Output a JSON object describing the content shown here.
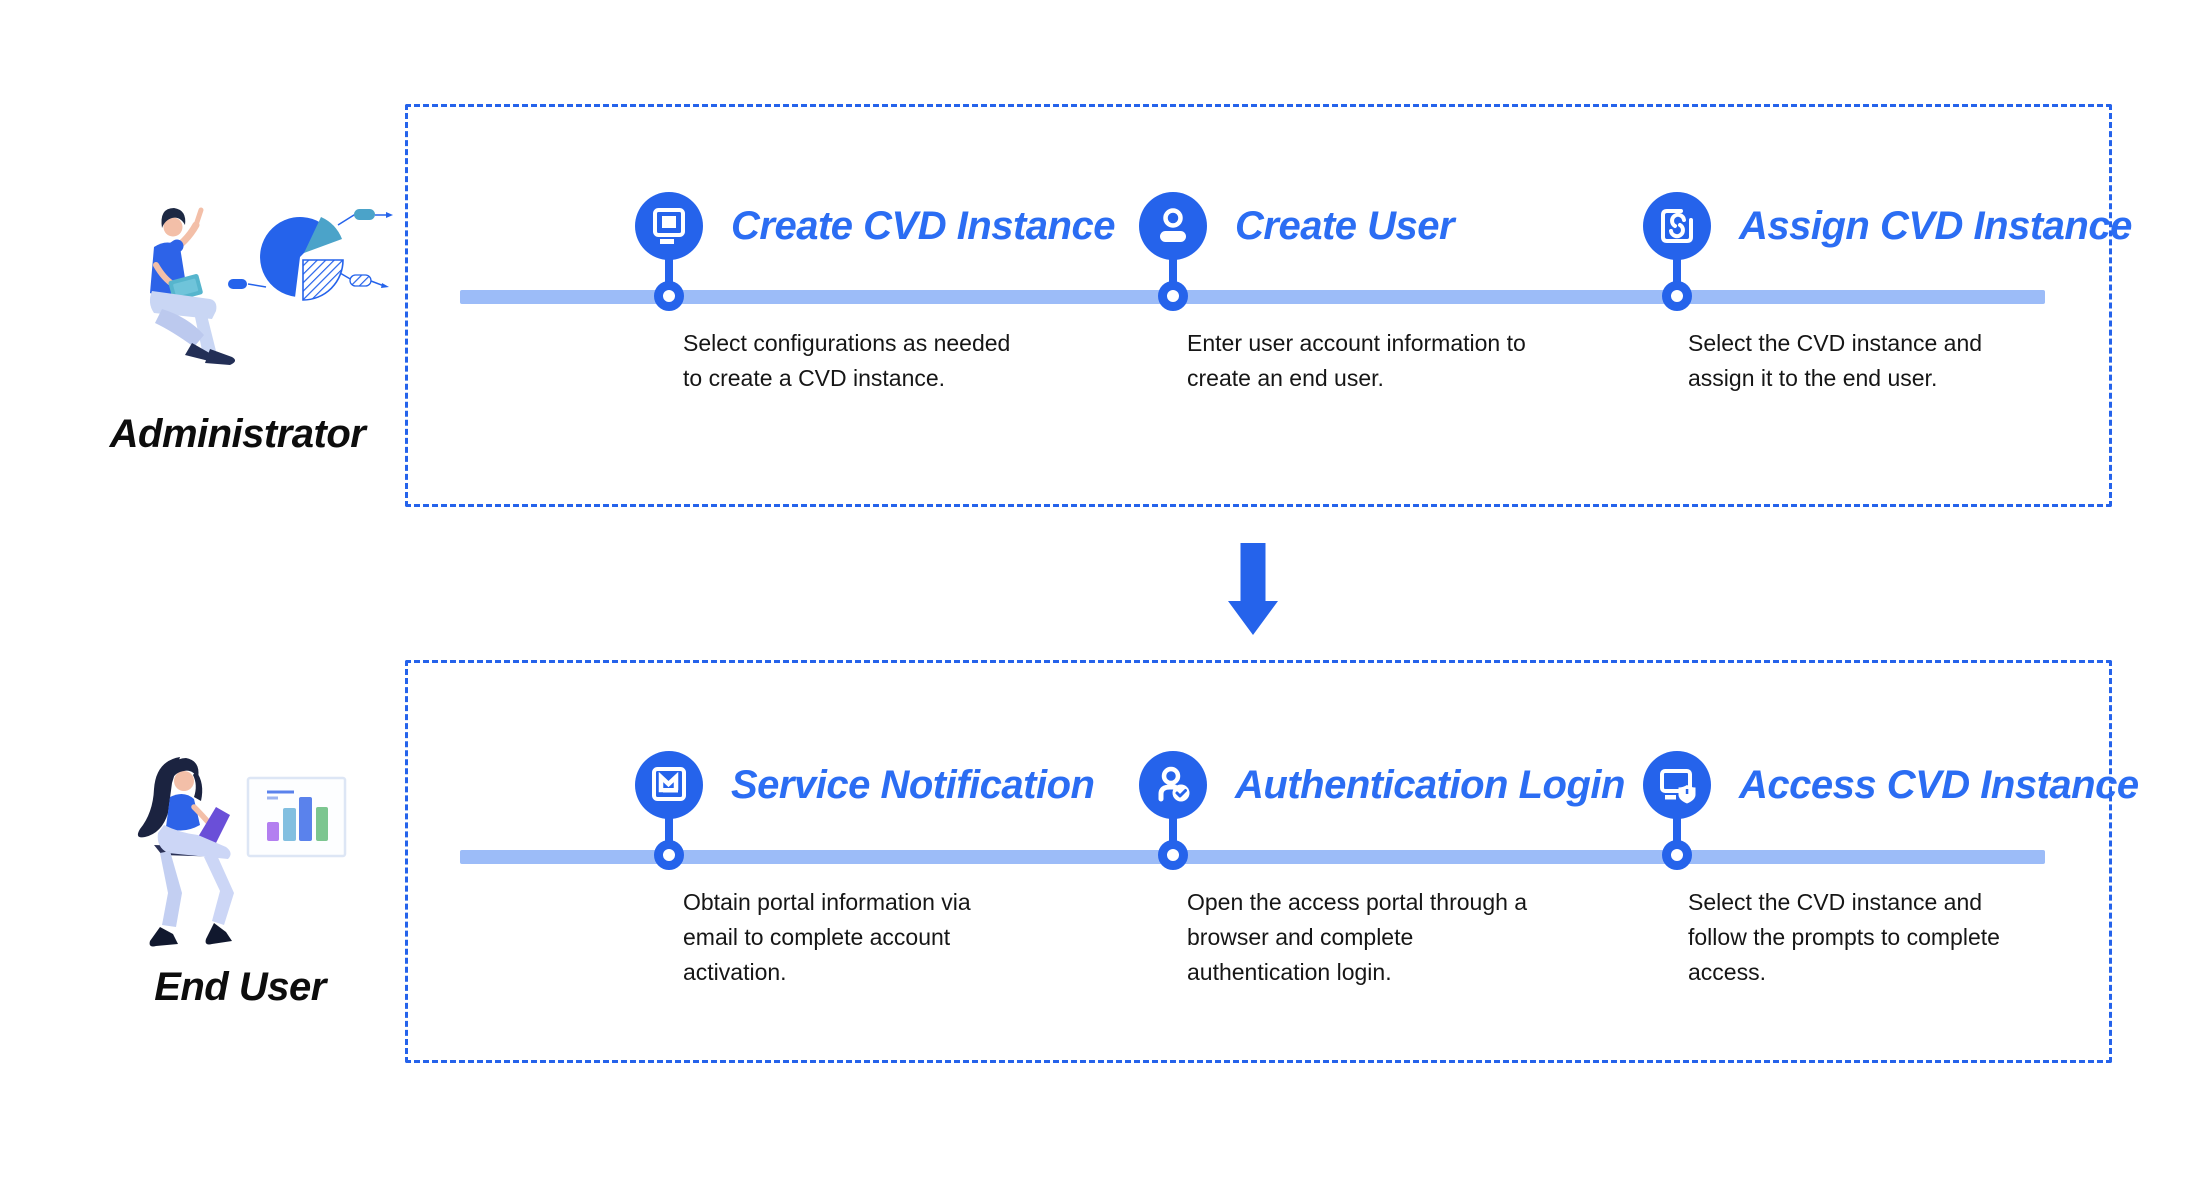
{
  "colors": {
    "accent_blue": "#2563EB",
    "title_blue": "#2B6DF3",
    "timeline_light_blue": "#9CBCF8",
    "text_black": "#161616",
    "teal": "#4BA3C9"
  },
  "connector": {
    "icon": "arrow-down-icon"
  },
  "lanes": [
    {
      "id": "administrator",
      "actor_label": "Administrator",
      "illustration": "person-pointing-with-pie-chart",
      "steps": [
        {
          "icon": "monitor-icon",
          "title": "Create CVD Instance",
          "description": "Select configurations as needed\nto create a CVD instance."
        },
        {
          "icon": "user-icon",
          "title": "Create User",
          "description": "Enter user account information to\ncreate an end user."
        },
        {
          "icon": "assign-link-icon",
          "title": "Assign CVD Instance",
          "description": "Select the CVD instance and\nassign it to the end user."
        }
      ]
    },
    {
      "id": "end-user",
      "actor_label": "End User",
      "illustration": "woman-with-laptop-and-bar-chart",
      "steps": [
        {
          "icon": "mail-icon",
          "title": "Service Notification",
          "description": "Obtain portal information via\nemail to complete account\nactivation."
        },
        {
          "icon": "user-check-icon",
          "title": "Authentication Login",
          "description": "Open the access portal through a\nbrowser and complete\nauthentication login."
        },
        {
          "icon": "monitor-shield-icon",
          "title": "Access CVD Instance",
          "description": "Select the CVD instance and\nfollow the prompts to complete\naccess."
        }
      ]
    }
  ]
}
